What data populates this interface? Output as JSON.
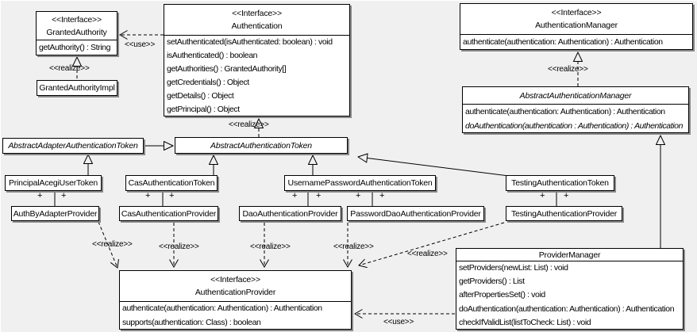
{
  "labels": {
    "realize": "<<realize>>",
    "use": "<<use>>",
    "plus": "+"
  },
  "classes": {
    "granted_authority": {
      "stereotype": "<<Interface>>",
      "name": "GrantedAuthority",
      "methods": [
        "getAuthority() : String"
      ]
    },
    "granted_authority_impl": {
      "name": "GrantedAuthorityImpl"
    },
    "authentication": {
      "stereotype": "<<Interface>>",
      "name": "Authentication",
      "methods": [
        "setAuthenticated(isAuthenticated: boolean) : void",
        "isAuthenticated() : boolean",
        "getAuthorities() : GrantedAuthority[]",
        "getCredentials() : Object",
        "getDetails() : Object",
        "getPrincipal() : Object"
      ]
    },
    "authentication_manager": {
      "stereotype": "<<Interface>>",
      "name": "AuthenticationManager",
      "methods": [
        "authenticate(authentication: Authentication) : Authentication"
      ]
    },
    "abstract_authentication_manager": {
      "name": "AbstractAuthenticationManager",
      "methods": [
        "authenticate(authentication: Authentication) : Authentication",
        "doAuthentication(authentication : Authentication) : Authentication"
      ]
    },
    "abstract_adapter_authentication_token": {
      "name": "AbstractAdapterAuthenticationToken"
    },
    "abstract_authentication_token": {
      "name": "AbstractAuthenticationToken"
    },
    "principal_acegi_user_token": {
      "name": "PrincipalAcegiUserToken"
    },
    "cas_authentication_token": {
      "name": "CasAuthenticationToken"
    },
    "username_password_authentication_token": {
      "name": "UsernamePasswordAuthenticationToken"
    },
    "testing_authentication_token": {
      "name": "TestingAuthenticationToken"
    },
    "auth_by_adapter_provider": {
      "name": "AuthByAdapterProvider"
    },
    "cas_authentication_provider": {
      "name": "CasAuthenticationProvider"
    },
    "dao_authentication_provider": {
      "name": "DaoAuthenticationProvider"
    },
    "password_dao_authentication_provider": {
      "name": "PasswordDaoAuthenticationProvider"
    },
    "testing_authentication_provider": {
      "name": "TestingAuthenticationProvider"
    },
    "authentication_provider": {
      "stereotype": "<<Interface>>",
      "name": "AuthenticationProvider",
      "methods": [
        "authenticate(authentication: Authentication) : Authentication",
        "supports(authentication: Class) : boolean"
      ]
    },
    "provider_manager": {
      "name": "ProviderManager",
      "methods": [
        "setProviders(newList: List) : void",
        "getProviders() : List",
        "afterPropertiesSet() : void",
        "doAuthentication(authentication: Authentication) : Authentication",
        "checkIfValidList(listToCheck: List) : void"
      ]
    }
  },
  "colors": {
    "background": "#f0f0f0",
    "box_fill": "#ffffff",
    "line": "#000000",
    "shadow": "#888888"
  }
}
